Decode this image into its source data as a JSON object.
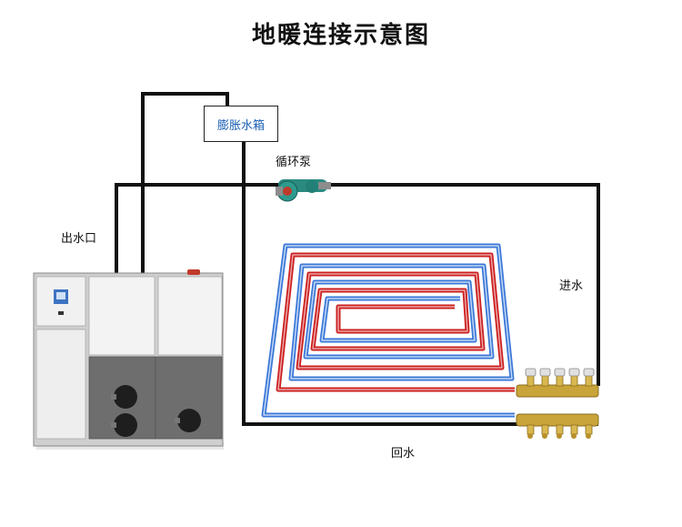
{
  "title": "地暖连接示意图",
  "labels": {
    "expansion_tank": "膨胀水箱",
    "pump": "循环泵",
    "outlet": "出水口",
    "inlet": "进水",
    "return": "回水"
  },
  "colors": {
    "supply_pipe": "#cc1f1f",
    "return_pipe": "#3a78d8",
    "main_pipe": "#111111",
    "pump_body": "#2a8a80",
    "boiler_panel": "#e9e9e9",
    "boiler_lower": "#6e6e6e"
  }
}
